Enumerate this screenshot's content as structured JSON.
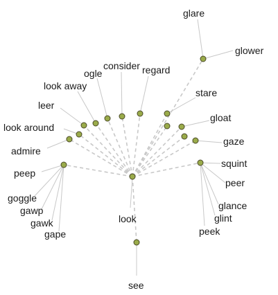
{
  "graph": {
    "center_label": "look",
    "node_color": "#9aab4a",
    "edge_color": "#c8c8c8",
    "words": {
      "see": "see",
      "look_around": "look around",
      "leer": "leer",
      "look_away": "look away",
      "ogle": "ogle",
      "consider": "consider",
      "regard": "regard",
      "glare": "glare",
      "glower": "glower",
      "stare": "stare",
      "gloat": "gloat",
      "gaze": "gaze",
      "squint": "squint",
      "peer": "peer",
      "glance": "glance",
      "glint": "glint",
      "peek": "peek",
      "admire": "admire",
      "peep": "peep",
      "goggle": "goggle",
      "gawp": "gawp",
      "gawk": "gawk",
      "gape": "gape"
    }
  }
}
